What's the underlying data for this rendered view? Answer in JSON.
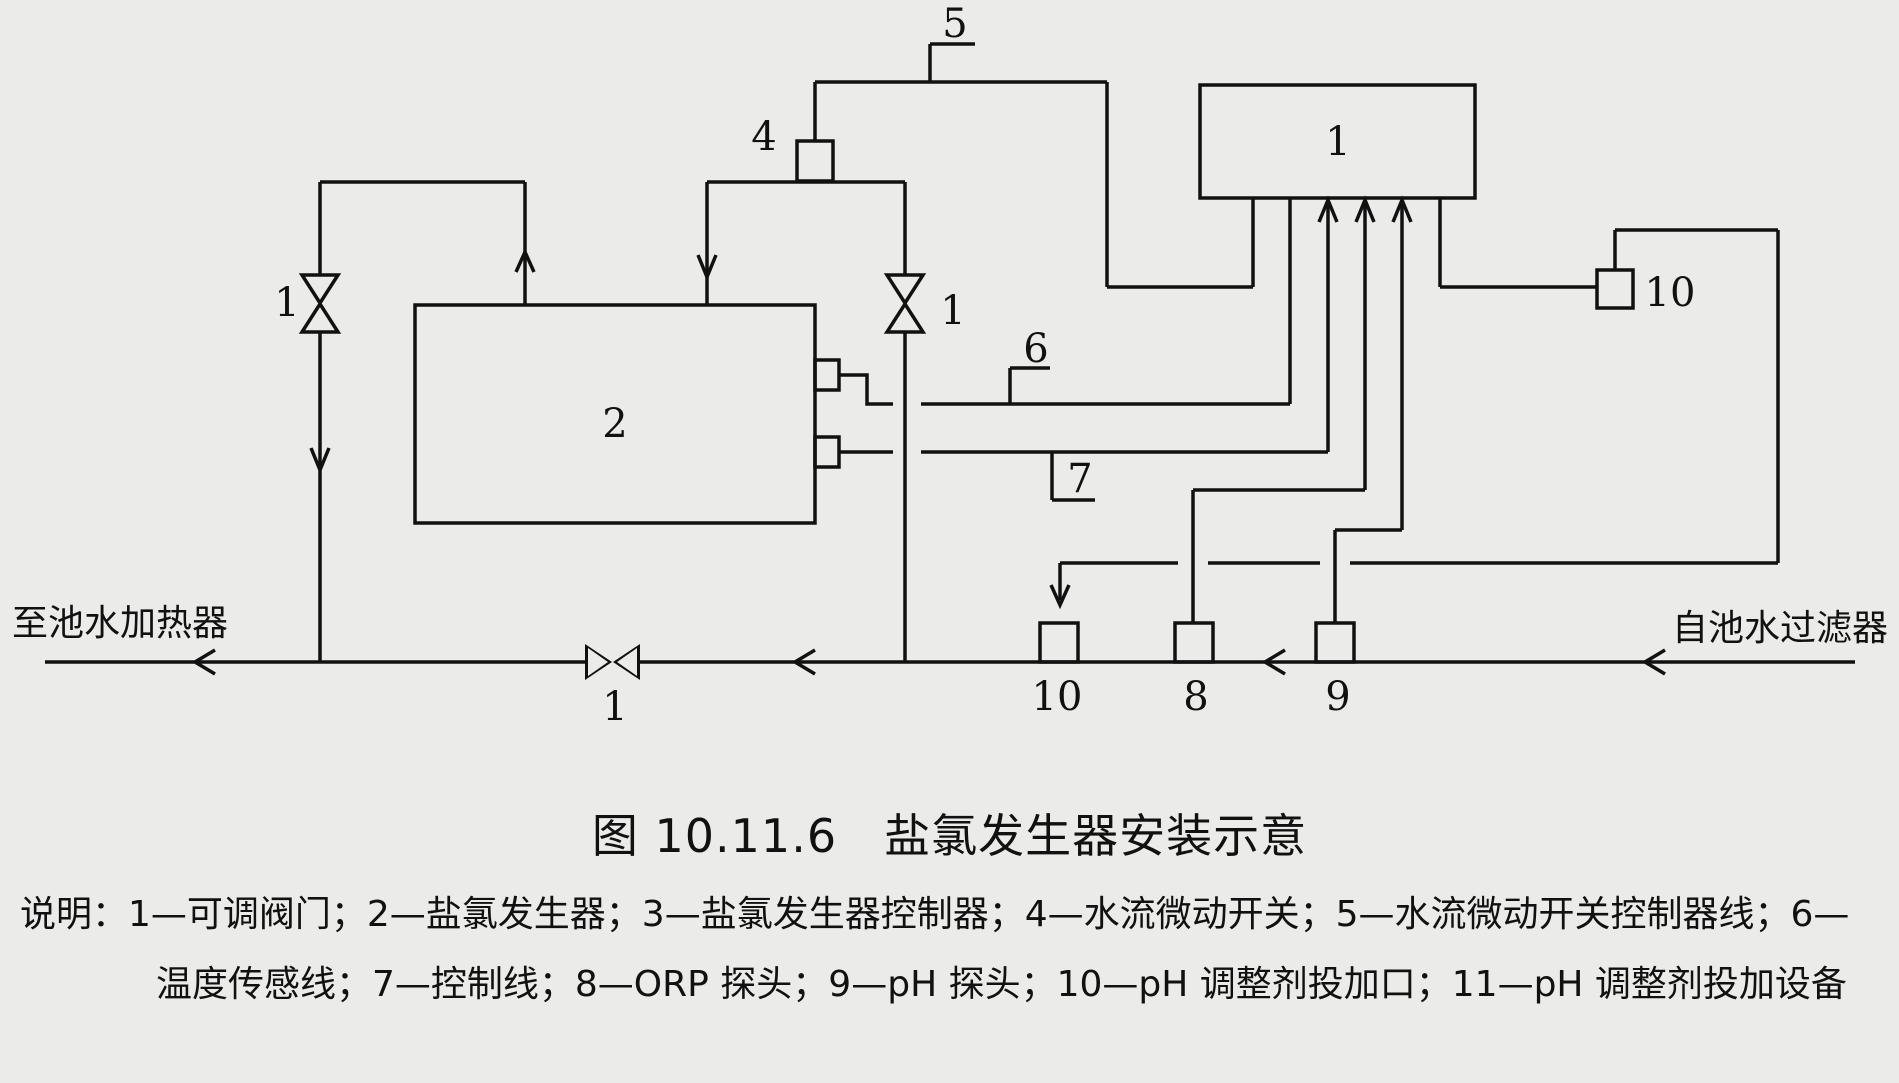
{
  "diagram": {
    "labels": {
      "controller": "1",
      "generator": "2",
      "flow_switch": "4",
      "switch_line": "5",
      "temp_line": "6",
      "control_line": "7",
      "valve_left": "1",
      "valve_right": "1",
      "valve_bottom": "1",
      "doser_top": "10",
      "doser_bottom": "10",
      "orp_probe": "8",
      "ph_probe": "9"
    },
    "outlet_text": "至池水加热器",
    "inlet_text": "自池水过滤器"
  },
  "caption": {
    "figure_number": "图 10.11.6",
    "title": "盐氯发生器安装示意"
  },
  "notes": {
    "text": "说明：1—可调阀门；2—盐氯发生器；3—盐氯发生器控制器；4—水流微动开关；5—水流微动开关控制器线；6—温度传感线；7—控制线；8—ORP 探头；9—pH 探头；10—pH 调整剂投加口；11—pH 调整剂投加设备"
  }
}
